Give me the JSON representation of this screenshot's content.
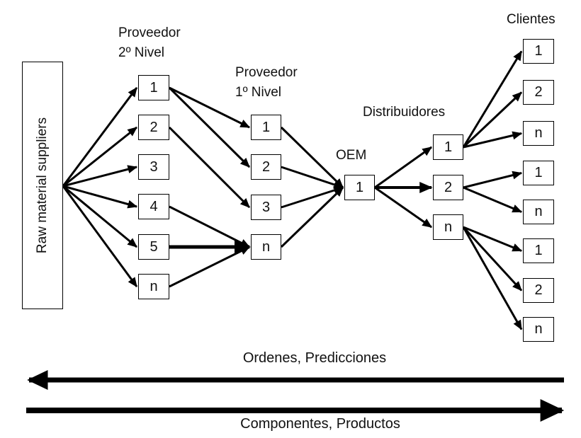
{
  "diagram": {
    "columns": [
      {
        "id": "raw",
        "title": "Raw material suppliers",
        "nodes": []
      },
      {
        "id": "tier2",
        "title": "Proveedor 2º Nivel",
        "title_lines": [
          "Proveedor",
          "2º Nivel"
        ],
        "nodes": [
          "1",
          "2",
          "3",
          "4",
          "5",
          "n"
        ]
      },
      {
        "id": "tier1",
        "title": "Proveedor 1º Nivel",
        "title_lines": [
          "Proveedor",
          "1º Nivel"
        ],
        "nodes": [
          "1",
          "2",
          "3",
          "n"
        ]
      },
      {
        "id": "oem",
        "title": "OEM",
        "nodes": [
          "1"
        ]
      },
      {
        "id": "dist",
        "title": "Distribuidores",
        "nodes": [
          "1",
          "2",
          "n"
        ]
      },
      {
        "id": "clientes",
        "title": "Clientes",
        "nodes": [
          "1",
          "2",
          "n",
          "1",
          "n",
          "1",
          "2",
          "n"
        ]
      }
    ],
    "connections": [
      {
        "from": "raw",
        "to": "tier2:0",
        "weight": "normal"
      },
      {
        "from": "raw",
        "to": "tier2:1",
        "weight": "normal"
      },
      {
        "from": "raw",
        "to": "tier2:2",
        "weight": "normal"
      },
      {
        "from": "raw",
        "to": "tier2:3",
        "weight": "normal"
      },
      {
        "from": "raw",
        "to": "tier2:4",
        "weight": "normal"
      },
      {
        "from": "raw",
        "to": "tier2:5",
        "weight": "normal"
      },
      {
        "from": "tier2:0",
        "to": "tier1:0",
        "weight": "normal"
      },
      {
        "from": "tier2:0",
        "to": "tier1:1",
        "weight": "normal"
      },
      {
        "from": "tier2:1",
        "to": "tier1:2",
        "weight": "normal"
      },
      {
        "from": "tier2:3",
        "to": "tier1:3",
        "weight": "normal"
      },
      {
        "from": "tier2:4",
        "to": "tier1:3",
        "weight": "bold"
      },
      {
        "from": "tier2:5",
        "to": "tier1:3",
        "weight": "normal"
      },
      {
        "from": "tier1:0",
        "to": "oem:0",
        "weight": "normal"
      },
      {
        "from": "tier1:1",
        "to": "oem:0",
        "weight": "normal"
      },
      {
        "from": "tier1:2",
        "to": "oem:0",
        "weight": "normal"
      },
      {
        "from": "tier1:3",
        "to": "oem:0",
        "weight": "normal"
      },
      {
        "from": "oem:0",
        "to": "dist:0",
        "weight": "normal"
      },
      {
        "from": "oem:0",
        "to": "dist:1",
        "weight": "medium"
      },
      {
        "from": "oem:0",
        "to": "dist:2",
        "weight": "normal"
      },
      {
        "from": "dist:0",
        "to": "clientes:0",
        "weight": "normal"
      },
      {
        "from": "dist:0",
        "to": "clientes:1",
        "weight": "normal"
      },
      {
        "from": "dist:0",
        "to": "clientes:2",
        "weight": "normal"
      },
      {
        "from": "dist:1",
        "to": "clientes:3",
        "weight": "normal"
      },
      {
        "from": "dist:1",
        "to": "clientes:4",
        "weight": "normal"
      },
      {
        "from": "dist:2",
        "to": "clientes:5",
        "weight": "normal"
      },
      {
        "from": "dist:2",
        "to": "clientes:6",
        "weight": "normal"
      },
      {
        "from": "dist:2",
        "to": "clientes:7",
        "weight": "normal"
      }
    ],
    "flows": [
      {
        "label": "Ordenes, Predicciones",
        "direction": "left"
      },
      {
        "label": "Componentes, Productos",
        "direction": "right"
      }
    ],
    "colors": {
      "line": "#000000",
      "box_border": "#000000",
      "box_fill": "#ffffff",
      "text": "#111111",
      "background": "#ffffff"
    }
  }
}
